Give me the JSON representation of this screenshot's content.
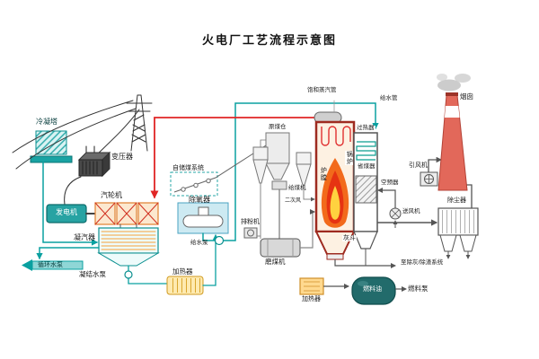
{
  "title": "火电厂工艺流程示意图",
  "labels": {
    "cooling_tower": "冷凝塔",
    "transformer": "变压器",
    "generator": "发电机",
    "turbine": "汽轮机",
    "condenser": "凝汽器",
    "circulating_pump": "循环水泵",
    "condensate_pump": "凝结水泵",
    "lp_heater": "加热器",
    "deaerator": "除氧器",
    "feed_pump": "给水泵",
    "coal_storage": "自储煤系统",
    "coal_bunker": "原煤仓",
    "coal_feeder": "给煤机",
    "coal_mill": "磨煤机",
    "powder_fan": "排粉机",
    "secondary_air": "二次风",
    "furnace": "炉膛",
    "boiler": "锅炉",
    "saturated_steam_pipe": "饱和蒸汽管",
    "superheater": "过热器",
    "feedwater_pipe": "给水管",
    "economizer": "省煤器",
    "air_preheater": "空预器",
    "fd_fan": "送风机",
    "id_fan": "引风机",
    "dust_collector": "除尘器",
    "chimney": "烟囱",
    "ash_hopper": "灰斗",
    "ash_removal": "至除灰/除渣系统",
    "fuel_heater": "加热器",
    "fuel_oil": "燃料油",
    "fuel_pump": "燃料泵"
  },
  "colors": {
    "water_pipe": "#0aa0a0",
    "steam_pipe": "#e02525",
    "flame": "#e63312",
    "chimney": "#e2685a",
    "heater": "#ffeab0"
  }
}
